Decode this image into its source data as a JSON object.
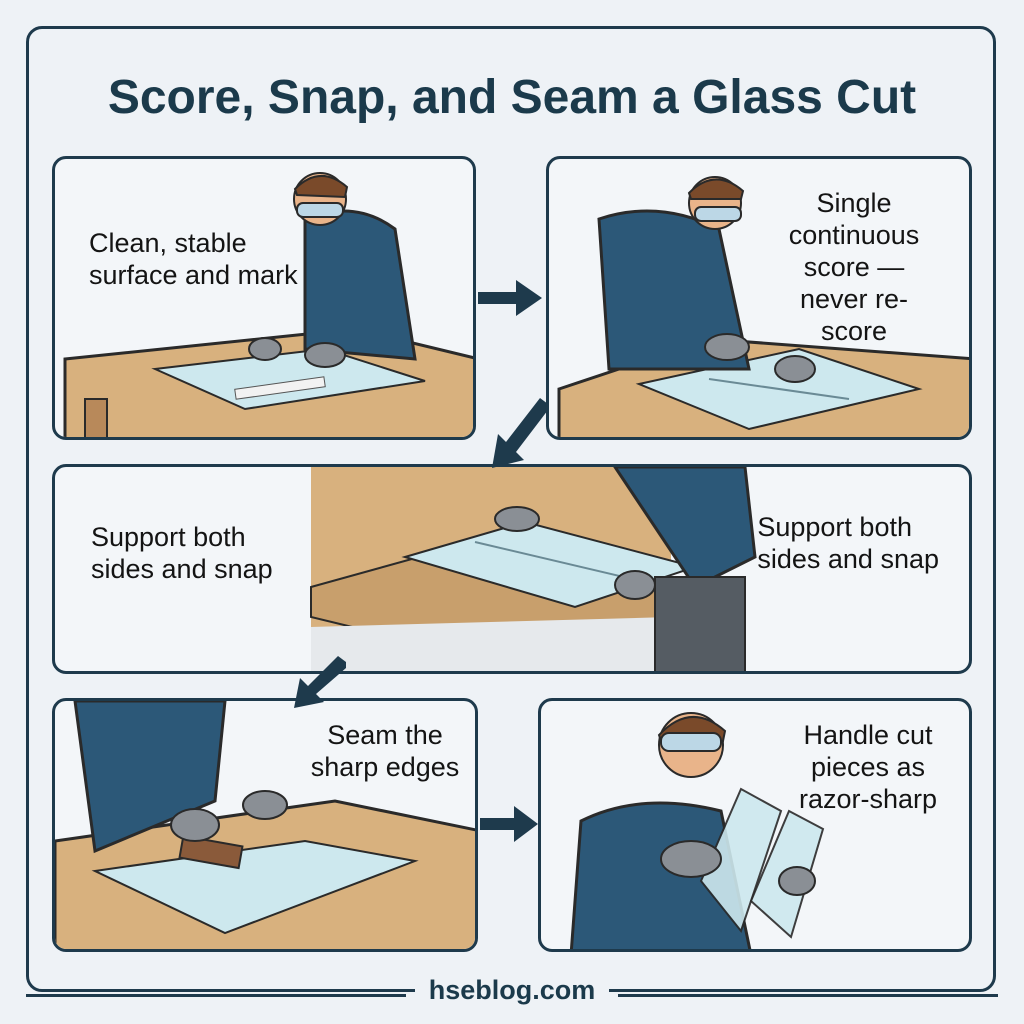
{
  "title": "Score, Snap, and Seam a Glass Cut",
  "steps": [
    {
      "caption": "Clean, stable\nsurface and mark"
    },
    {
      "caption": "Single\ncontinuous\nscore —\nnever re-score"
    },
    {
      "caption_left": "Support both\nsides and snap",
      "caption_right": "Support both\nsides and snap"
    },
    {
      "caption": "Seam the\nsharp edges"
    },
    {
      "caption": "Handle cut\npieces as\nrazor-sharp"
    }
  ],
  "footer": "hseblog.com",
  "colors": {
    "navy": "#1e3a4c",
    "shirt": "#2c5878",
    "wood": "#d8b17e",
    "glass": "#cde8ee",
    "glove": "#8a8f95"
  }
}
